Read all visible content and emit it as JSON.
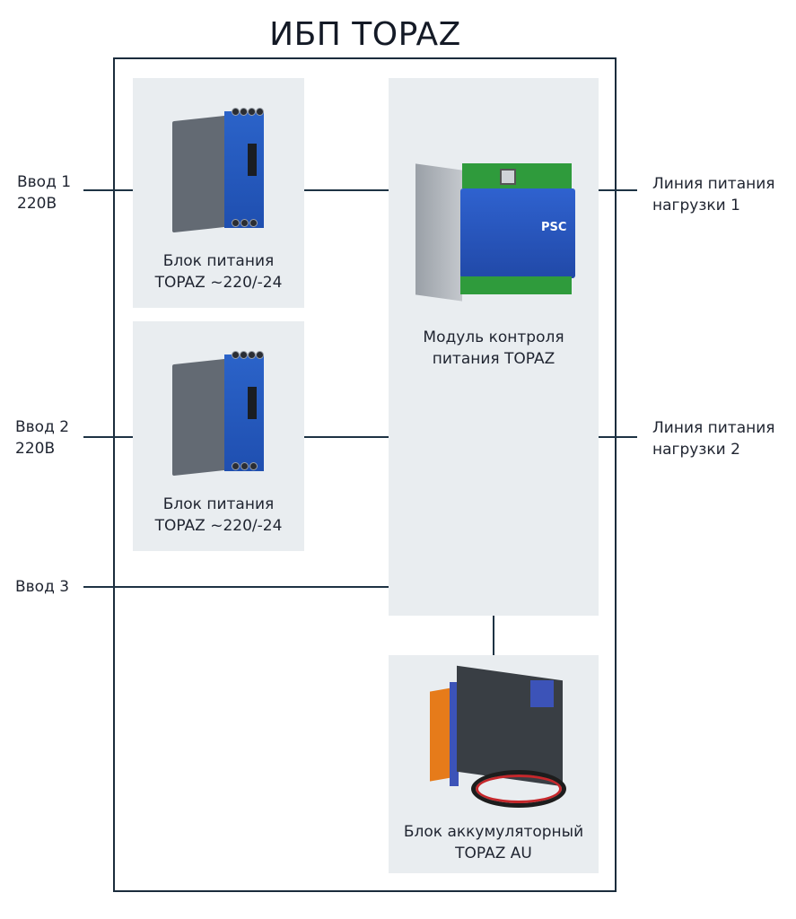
{
  "title": "ИБП TOPAZ",
  "inputs": {
    "in1": {
      "line1": "Ввод 1",
      "line2": "220В"
    },
    "in2": {
      "line1": "Ввод 2",
      "line2": "220В"
    },
    "in3": {
      "line1": "Ввод 3"
    }
  },
  "outputs": {
    "out1": {
      "line1": "Линия питания",
      "line2": "нагрузки 1"
    },
    "out2": {
      "line1": "Линия питания",
      "line2": "нагрузки 2"
    }
  },
  "blocks": {
    "psu1": {
      "line1": "Блок питания",
      "line2": "TOPAZ ~220/-24"
    },
    "psu2": {
      "line1": "Блок питания",
      "line2": "TOPAZ ~220/-24"
    },
    "module": {
      "line1": "Модуль контроля",
      "line2": "питания TOPAZ",
      "badge": "PSC"
    },
    "battery": {
      "line1": "Блок аккумуляторный",
      "line2": "TOPAZ AU"
    }
  },
  "colors": {
    "frame": "#1b2c3c",
    "panel": "#e9edf0",
    "device_blue": "#2b63c9",
    "battery_orange": "#e67b1a"
  }
}
